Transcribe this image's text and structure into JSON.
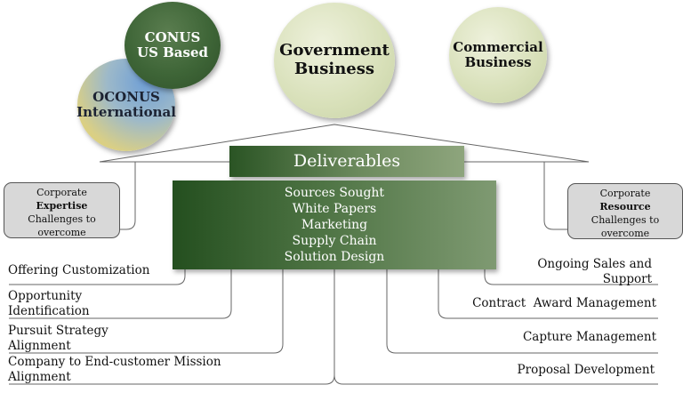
{
  "circles": {
    "oconus": {
      "line1": "OCONUS",
      "line2": "International"
    },
    "conus": {
      "line1": "CONUS",
      "line2": "US Based"
    },
    "government": {
      "line1": "Government",
      "line2": "Business"
    },
    "commercial": {
      "line1": "Commercial",
      "line2": "Business"
    }
  },
  "deliverables": {
    "title": "Deliverables",
    "items": [
      "Sources Sought",
      "White Papers",
      "Marketing",
      "Supply Chain",
      "Solution Design"
    ]
  },
  "left_box": {
    "line1": "Corporate",
    "emphasis": "Expertise",
    "line3": "Challenges to",
    "line4": "overcome"
  },
  "right_box": {
    "line1": "Corporate",
    "emphasis": "Resource",
    "line3": "Challenges to",
    "line4": "overcome"
  },
  "left_labels": [
    {
      "lines": [
        "Offering Customization"
      ]
    },
    {
      "lines": [
        "Opportunity",
        "Identification"
      ]
    },
    {
      "lines": [
        "Pursuit Strategy",
        "Alignment"
      ]
    },
    {
      "lines": [
        "Company to End-customer Mission",
        "Alignment"
      ]
    }
  ],
  "right_labels": [
    {
      "lines": [
        "Ongoing Sales and",
        "Support"
      ]
    },
    {
      "lines": [
        "Contract  Award Management"
      ]
    },
    {
      "lines": [
        "Capture Management"
      ]
    },
    {
      "lines": [
        "Proposal Development"
      ]
    }
  ],
  "colors": {
    "dark_green": "#2a5424",
    "light_green": "#8ea57d",
    "box_gray": "#d8d8d8"
  }
}
